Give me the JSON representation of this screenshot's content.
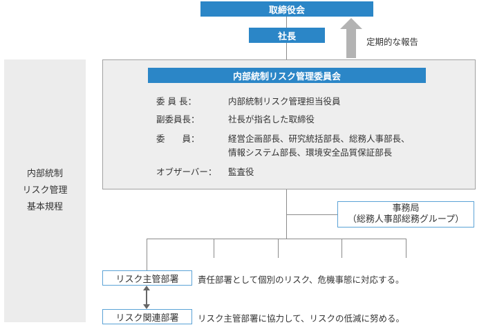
{
  "top": {
    "board": "取締役会",
    "president": "社長",
    "report_label": "定期的な報告"
  },
  "sidebar": {
    "lines": [
      "内部統制",
      "リスク管理",
      "基本規程"
    ]
  },
  "committee": {
    "title": "内部統制リスク管理委員会",
    "rows": [
      {
        "role": "委 員 長：",
        "value": "内部統制リスク管理担当役員"
      },
      {
        "role": "副委員長：",
        "value": "社長が指名した取締役"
      },
      {
        "role": "委　　員：",
        "value": "経営企画部長、研究統括部長、総務人事部長、",
        "value2": "情報システム部長、環境安全品質保証部長"
      },
      {
        "role": "オブザーバー：",
        "value": "監査役"
      }
    ]
  },
  "secretariat": {
    "line1": "事務局",
    "line2": "（総務人事部総務グループ）"
  },
  "departments": {
    "primary_label": "リスク主管部署",
    "primary_desc": "責任部署として個別のリスク、危機事態に対応する。",
    "related_label": "リスク関連部署",
    "related_desc": "リスク主管部署に協力して、リスクの低減に努める。"
  },
  "colors": {
    "accent": "#2b86c7",
    "panel": "#eeeeee",
    "arrow": "#b3b3b3"
  }
}
